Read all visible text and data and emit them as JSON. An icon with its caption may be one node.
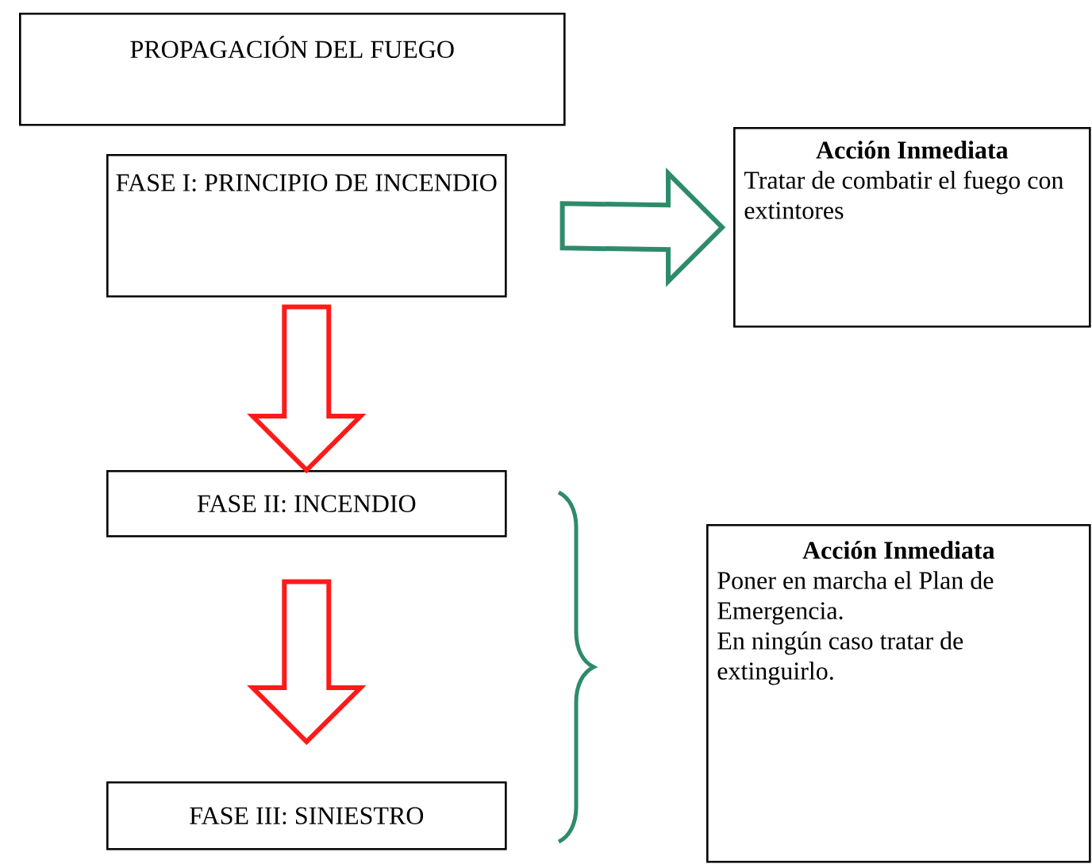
{
  "diagram": {
    "nodes": [
      {
        "text": [
          "PROPAGACIÓN DEL FUEGO"
        ]
      },
      {
        "text": [
          "FASE I: PRINCIPIO DE INCENDIO"
        ]
      },
      {
        "text": [
          "Acción Inmediata",
          "Tratar de combatir el fuego con extintores"
        ]
      },
      {
        "text": [
          "FASE II: INCENDIO"
        ]
      },
      {
        "text": [
          "FASE III: SINIESTRO"
        ]
      },
      {
        "text": [
          "Acción Inmediata",
          "Poner en marcha el Plan de Emergencia.",
          "En ningún caso tratar de extinguirlo."
        ]
      }
    ],
    "edges": [
      {
        "from": 1,
        "to": 2,
        "arrow": "to",
        "color": "#2e8b6a"
      },
      {
        "from": 1,
        "to": 3,
        "arrow": "to"
      },
      {
        "from": 3,
        "to": 4,
        "arrow": "to"
      }
    ]
  }
}
